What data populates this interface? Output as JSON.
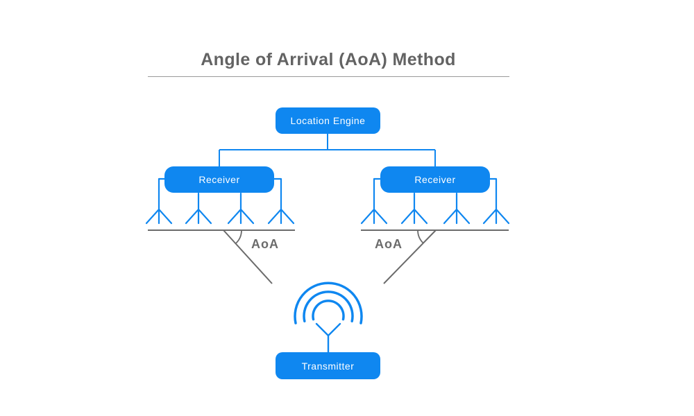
{
  "diagram": {
    "title": "Angle of Arrival (AoA) Method",
    "nodes": {
      "location_engine": {
        "label": "Location Engine"
      },
      "receiver_left": {
        "label": "Receiver"
      },
      "receiver_right": {
        "label": "Receiver"
      },
      "transmitter": {
        "label": "Transmitter"
      }
    },
    "annotations": {
      "aoa_left": "AoA",
      "aoa_right": "AoA"
    },
    "colors": {
      "accent_blue": "#0F87F0",
      "line_gray": "#6b6b6b",
      "title_gray": "#636363",
      "divider_gray": "#9a9a9a",
      "node_text": "#ffffff"
    }
  }
}
